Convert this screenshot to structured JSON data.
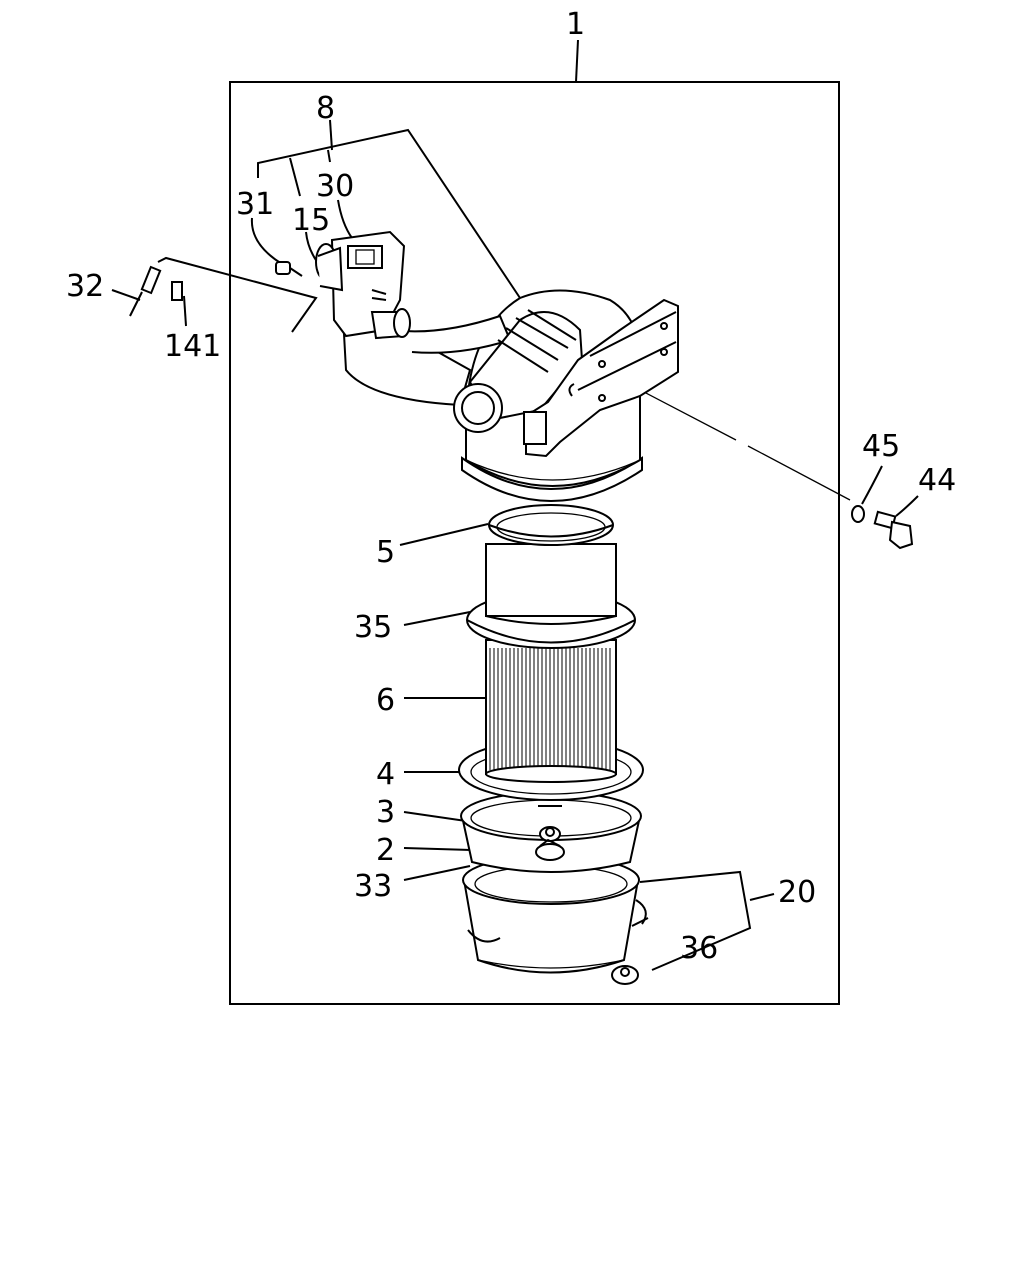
{
  "diagram": {
    "labels": {
      "assembly": "1",
      "p8": "8",
      "p30": "30",
      "p31": "31",
      "p15": "15",
      "p32": "32",
      "p141": "141",
      "p45": "45",
      "p44": "44",
      "p5": "5",
      "p35": "35",
      "p6": "6",
      "p4": "4",
      "p3": "3",
      "p2": "2",
      "p33": "33",
      "p20": "20",
      "p36": "36"
    }
  }
}
